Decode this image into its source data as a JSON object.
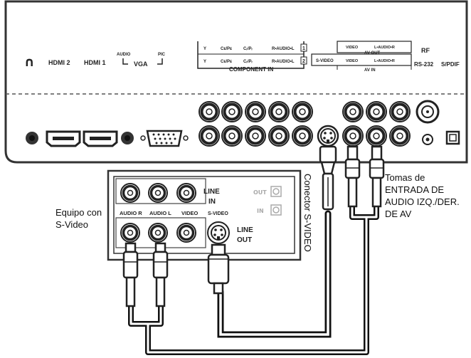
{
  "tv_panel": {
    "upper_labels": {
      "headphone": "∩",
      "hdmi2": "HDMI 2",
      "hdmi1": "HDMI 1",
      "vga_audio": "AUDIO",
      "vga_pic": "PIC",
      "vga": "VGA",
      "comp_row1": [
        "Y",
        "Cᴇ/Pᴇ",
        "Cᵣ/Pᵣ",
        "R•AUDIO•L"
      ],
      "comp_row2": [
        "Y",
        "Cᴇ/Pᴇ",
        "Cᵣ/Pᵣ",
        "R•AUDIO•L"
      ],
      "comp_num1": "1",
      "comp_num2": "2",
      "component_in": "COMPONENT IN",
      "av_out_video": "VIDEO",
      "av_out_audio": "L•AUDIO•R",
      "av_out": "AV OUT",
      "av_in_svideo": "S-VIDEO",
      "av_in_video": "VIDEO",
      "av_in_audio": "L•AUDIO•R",
      "av_in": "AV IN",
      "rf": "RF",
      "rs232": "RS-232",
      "spdif": "S/PDIF"
    }
  },
  "device_box": {
    "line_in": "LINE\nIN",
    "line_in_1": "LINE",
    "line_in_2": "IN",
    "out": "OUT",
    "in": "IN",
    "audio_r": "AUDIO R",
    "audio_l": "AUDIO L",
    "video": "VIDEO",
    "svideo": "S-VIDEO",
    "line_out_1": "LINE",
    "line_out_2": "OUT"
  },
  "callouts": {
    "equipo_1": "Equipo con",
    "equipo_2": "S-Video",
    "conector": "Conector S-VIDEO",
    "tomas_1": "Tomas de",
    "tomas_2": "ENTRADA DE",
    "tomas_3": "AUDIO IZQ./DER.",
    "tomas_4": "DE AV"
  }
}
